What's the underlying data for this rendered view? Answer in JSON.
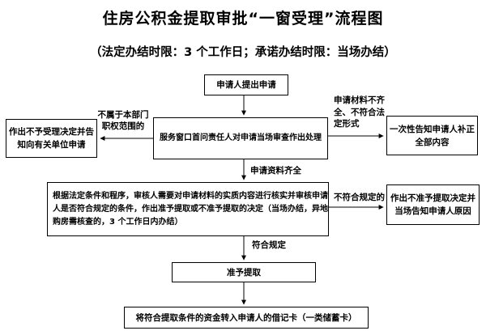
{
  "header": {
    "title": "住房公积金提取审批“一窗受理”流程图",
    "subtitle": "（法定办结时限：3 个工作日；承诺办结时限：当场办结）"
  },
  "flowchart": {
    "nodes": {
      "apply": {
        "text": "申请人提出申请"
      },
      "window_review": {
        "text": "服务窗口首问责任人对申请当场审查作出处理"
      },
      "reject_accept": {
        "lines": [
          "作出不予受理决定并告",
          "知向有关单位申请"
        ]
      },
      "notify_correct": {
        "lines": [
          "一次性告知申请人补正",
          "全部内容"
        ]
      },
      "substantive_review": {
        "lines": [
          "根据法定条件和程序，审核人需要对申请材料的实质内容进行核实并审核申请",
          "人是否符合规定的条件，作出准予提取或不准予提取的决定（当场办结，异地",
          "购房需核查的，3 个工作日内办结）"
        ]
      },
      "reject_withdraw": {
        "lines": [
          "作出不准予提取决定并",
          "当场告知申请人原因"
        ]
      },
      "approve": {
        "text": "准予提取"
      },
      "transfer": {
        "text": "将符合提取条件的资金转入申请人的借记卡（一类储蓄卡）"
      }
    },
    "edge_labels": {
      "out_of_scope": "不属于本部门职权范围的",
      "incomplete": "申请材料不齐全、不符合法定形式",
      "complete": "申请资料齐全",
      "not_compliant": "不符合规定的",
      "compliant": "符合规定"
    }
  },
  "colors": {
    "line": "#000000",
    "background": "#ffffff",
    "text": "#000000"
  }
}
